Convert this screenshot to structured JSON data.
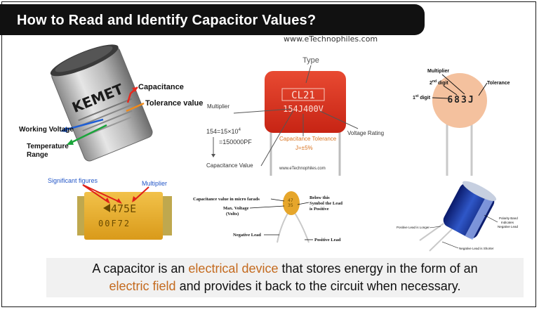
{
  "title": "How to Read and Identify Capacitor Values?",
  "website": "www.eTechnophiles.com",
  "kemet": {
    "brand": "KEMET",
    "labels": {
      "capacitance": "Capacitance",
      "tolerance": "Tolerance value",
      "working_voltage": "Working Voltage",
      "temperature_line1": "Temperature",
      "temperature_line2": "Range"
    },
    "colors": {
      "capacitance": "#e8281e",
      "tolerance": "#f08a1a",
      "voltage": "#1f5fd6",
      "temperature": "#1aa53a"
    }
  },
  "film": {
    "type": "Type",
    "marking_top": "CL21",
    "marking_bottom": "154J400V",
    "multiplier": "Multiplier",
    "formula": "154=15×10",
    "formula_exp": "4",
    "result": "=150000PF",
    "capacitance_value": "Capacitance Value",
    "capacitance_tolerance": "Capacitance Tolerance",
    "tolerance_value": "J=±5%",
    "voltage_rating": "Voltage Rating",
    "watermark": "www.eTechnophiles.com"
  },
  "ceramic": {
    "multiplier": "Multiplier",
    "second_digit": "2",
    "second_digit_suffix": "nd",
    "first_digit": "1",
    "first_digit_suffix": "st",
    "digit_word": "digit",
    "tolerance": "Tolerance",
    "code": "683J"
  },
  "tantalum": {
    "significant_figures": "Significant figures",
    "multiplier": "Multiplier",
    "code_top": "475E",
    "code_bottom": "00F72"
  },
  "bead": {
    "capacitance_micro": "Capacitance value in micro farads",
    "max_voltage_line1": "Max. Voltage",
    "max_voltage_line2": "(Volts)",
    "below_symbol_line1": "Below this",
    "below_symbol_line2": "Symbol the Lead",
    "below_symbol_line3": "is Positive",
    "negative_lead": "Negative Lead",
    "positive_lead": "Positive Lead",
    "marking_top": "47",
    "marking_bottom": "35"
  },
  "electrolytic": {
    "polarity_line1": "Polarity Band",
    "polarity_line2": "Indicates",
    "polarity_line3": "Negative Lead",
    "positive_longer": "Positive Lead is Longer",
    "negative_shorter": "Negative Lead is Shorter"
  },
  "caption": {
    "p1": "A capacitor is an ",
    "h1": "electrical device",
    "p2": " that stores energy in the form of an",
    "h2": "electric field",
    "p3": " and provides it back to the circuit when necessary."
  },
  "highlight_color": "#c46a1e"
}
